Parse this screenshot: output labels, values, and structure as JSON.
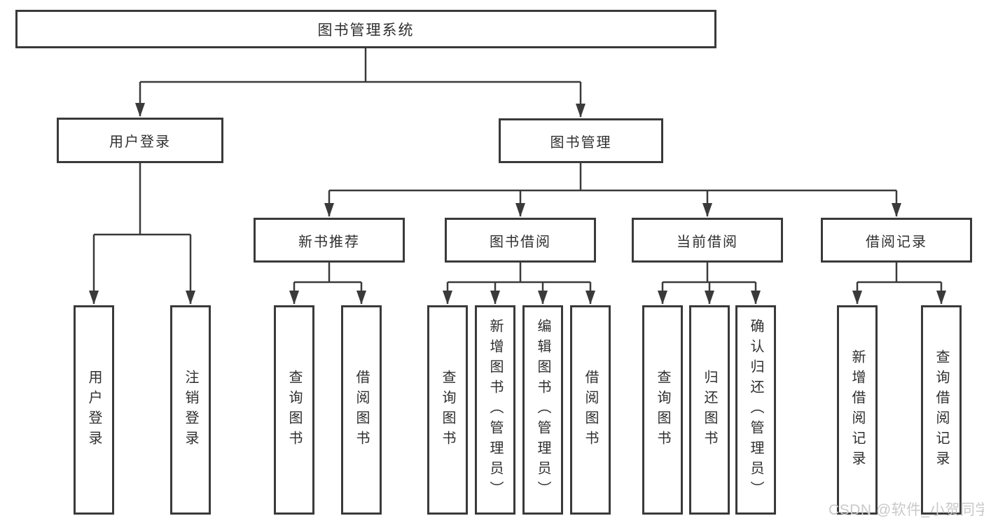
{
  "diagram": {
    "root": {
      "label": "图书管理系统",
      "children": [
        {
          "label": "用户登录",
          "children": [
            {
              "label": "用户登录"
            },
            {
              "label": "注销登录"
            }
          ]
        },
        {
          "label": "图书管理",
          "children": [
            {
              "label": "新书推荐",
              "children": [
                {
                  "label": "查询图书"
                },
                {
                  "label": "借阅图书"
                }
              ]
            },
            {
              "label": "图书借阅",
              "children": [
                {
                  "label": "查询图书"
                },
                {
                  "label": "新增图书（管理员）"
                },
                {
                  "label": "编辑图书（管理员）"
                },
                {
                  "label": "借阅图书"
                }
              ]
            },
            {
              "label": "当前借阅",
              "children": [
                {
                  "label": "查询图书"
                },
                {
                  "label": "归还图书"
                },
                {
                  "label": "确认归还（管理员）"
                }
              ]
            },
            {
              "label": "借阅记录",
              "children": [
                {
                  "label": "新增借阅记录"
                },
                {
                  "label": "查询借阅记录"
                }
              ]
            }
          ]
        }
      ]
    },
    "watermark": "CSDN @软件_小贺同学",
    "colors": {
      "line": "#3a3a3a",
      "text": "#2f2f2f",
      "watermark": "#c9c9c9",
      "background": "#ffffff"
    }
  }
}
